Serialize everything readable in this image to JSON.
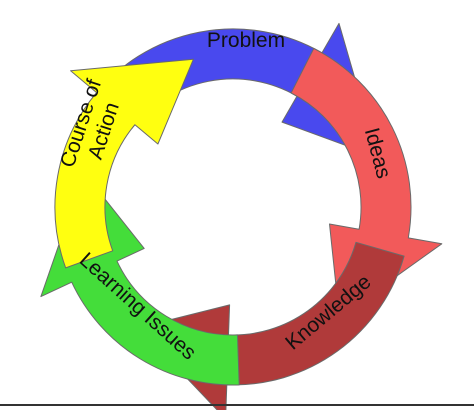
{
  "diagram": {
    "segments": [
      {
        "id": "problem",
        "lines": [
          "Problem"
        ],
        "color": "#4949ee"
      },
      {
        "id": "ideas",
        "lines": [
          "Ideas"
        ],
        "color": "#f25a5a"
      },
      {
        "id": "knowledge",
        "lines": [
          "Knowledge"
        ],
        "color": "#b03a3a"
      },
      {
        "id": "learning",
        "lines": [
          "Learning Issues"
        ],
        "color": "#44dd3a"
      },
      {
        "id": "course",
        "lines": [
          "Course of",
          "Action"
        ],
        "color": "#ffff10"
      }
    ]
  }
}
